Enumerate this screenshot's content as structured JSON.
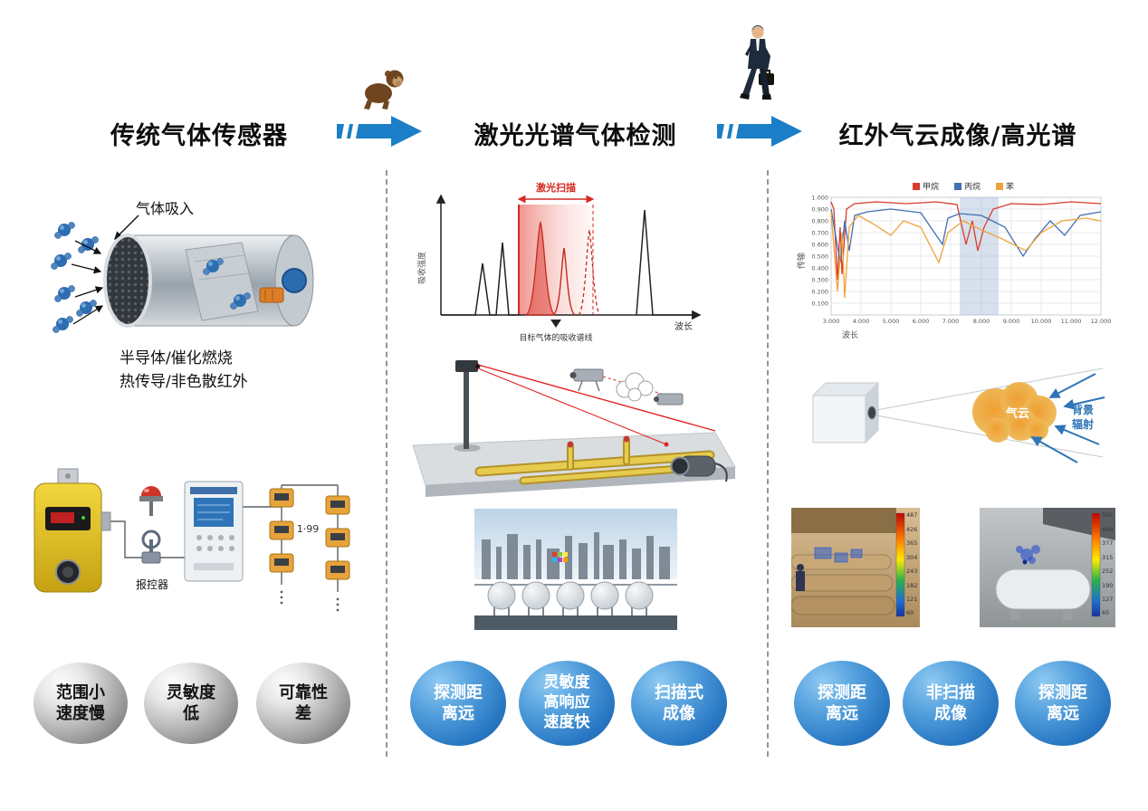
{
  "accent": {
    "arrow_blue": "#1b7ec6",
    "bubble_blue": "#2a79c4",
    "bubble_gray": "#8f8f8f",
    "laser_red": "#d42a20"
  },
  "titles": {
    "col1": "传统气体传感器",
    "col2": "激光光谱气体检测",
    "col3": "红外气云成像/高光谱"
  },
  "left": {
    "gas_intake": "气体吸入",
    "tech_line1": "半导体/催化燃烧",
    "tech_line2": "热传导/非色散红外",
    "controller_label": "报控器",
    "detector_count": "1·99",
    "bubbles": [
      {
        "line1": "范围小",
        "line2": "速度慢"
      },
      {
        "line1": "灵敏度",
        "line2": "低"
      },
      {
        "line1": "可靠性",
        "line2": "差"
      }
    ]
  },
  "middle": {
    "spectrum": {
      "scan_label": "激光扫描",
      "y_label": "吸收强度",
      "x_label": "波长",
      "annotation": "目标气体的吸收谱线"
    },
    "bubbles": [
      {
        "line1": "探测距",
        "line2": "离远"
      },
      {
        "line1": "灵敏度",
        "line2": "高响应",
        "line3": "速度快"
      },
      {
        "line1": "扫描式",
        "line2": "成像"
      }
    ]
  },
  "right": {
    "chart": {
      "legend": [
        {
          "label": "甲烷",
          "color": "#d93a2b"
        },
        {
          "label": "丙烷",
          "color": "#3f6fb5"
        },
        {
          "label": "苯",
          "color": "#efa33a"
        }
      ],
      "y_label": "传输",
      "x_label": "波长",
      "y_ticks": [
        "1.000",
        "0.900",
        "0.800",
        "0.700",
        "0.600",
        "0.500",
        "0.400",
        "0.300",
        "0.200",
        "0.100"
      ],
      "x_ticks": [
        "3.000",
        "4.000",
        "5.000",
        "6.000",
        "7.000",
        "8.000",
        "9.000",
        "10.000",
        "11.000",
        "12.000"
      ]
    },
    "cloud": {
      "cloud_label": "气云",
      "radiation_line1": "背景",
      "radiation_line2": "辐射"
    },
    "thermal_left_scale": [
      "487",
      "426",
      "365",
      "304",
      "243",
      "182",
      "121",
      "60"
    ],
    "thermal_right_scale": [
      "502",
      "440",
      "377",
      "315",
      "252",
      "190",
      "127",
      "65"
    ],
    "bubbles": [
      {
        "line1": "探测距",
        "line2": "离远"
      },
      {
        "line1": "非扫描",
        "line2": "成像"
      },
      {
        "line1": "探测距",
        "line2": "离远"
      }
    ]
  },
  "chart_data": [
    {
      "type": "line",
      "location": "middle-column-top",
      "title": "激光扫描",
      "xlabel": "波长",
      "ylabel": "吸收强度",
      "annotation": "目标气体的吸收谱线",
      "description": "示意吸收光谱：黑色窄吸收峰若干，红色渐变带为激光扫描波长范围并覆盖目标气体吸收谱线，右侧另有一个高吸收峰",
      "grid": false,
      "legend_position": "none"
    },
    {
      "type": "line",
      "location": "right-column-top",
      "xlabel": "波长",
      "ylabel": "传输",
      "xlim": [
        3.0,
        12.0
      ],
      "ylim": [
        0.0,
        1.0
      ],
      "grid": true,
      "legend_position": "top",
      "highlight_band_x": [
        7.3,
        8.6
      ],
      "series": [
        {
          "name": "甲烷",
          "color": "#d93a2b",
          "x": [
            3.0,
            3.1,
            3.2,
            3.3,
            3.35,
            3.5,
            3.8,
            4.5,
            5.5,
            6.5,
            7.2,
            7.5,
            7.7,
            7.9,
            8.1,
            8.4,
            9.0,
            10.0,
            11.0,
            12.0
          ],
          "y": [
            0.96,
            0.9,
            0.3,
            0.75,
            0.35,
            0.9,
            0.95,
            0.96,
            0.95,
            0.96,
            0.94,
            0.6,
            0.8,
            0.55,
            0.75,
            0.9,
            0.95,
            0.94,
            0.96,
            0.95
          ]
        },
        {
          "name": "丙烷",
          "color": "#3f6fb5",
          "x": [
            3.0,
            3.3,
            3.45,
            3.6,
            3.8,
            4.2,
            5.0,
            6.0,
            6.7,
            6.9,
            7.3,
            8.0,
            8.8,
            9.4,
            9.8,
            10.3,
            10.8,
            11.3,
            12.0
          ],
          "y": [
            0.9,
            0.45,
            0.8,
            0.55,
            0.85,
            0.88,
            0.9,
            0.87,
            0.6,
            0.82,
            0.86,
            0.85,
            0.75,
            0.5,
            0.65,
            0.8,
            0.68,
            0.85,
            0.88
          ]
        },
        {
          "name": "苯",
          "color": "#efa33a",
          "x": [
            3.0,
            3.2,
            3.35,
            3.45,
            3.6,
            3.9,
            4.4,
            5.0,
            5.4,
            6.0,
            6.6,
            6.9,
            7.4,
            8.0,
            8.7,
            9.5,
            10.0,
            10.7,
            11.5,
            12.0
          ],
          "y": [
            0.88,
            0.2,
            0.7,
            0.15,
            0.75,
            0.85,
            0.78,
            0.68,
            0.8,
            0.75,
            0.45,
            0.7,
            0.8,
            0.72,
            0.65,
            0.55,
            0.7,
            0.8,
            0.82,
            0.8
          ]
        }
      ]
    }
  ]
}
